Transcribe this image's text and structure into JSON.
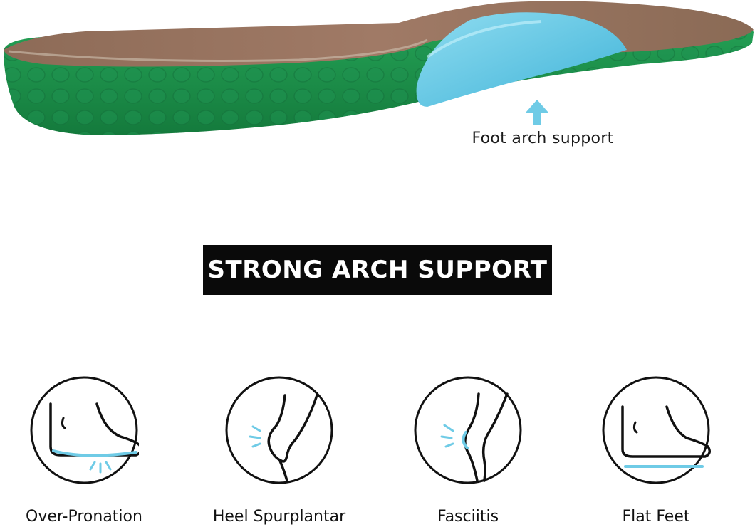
{
  "callout": {
    "text": "Foot arch support",
    "arrow_icon": "up-arrow-icon"
  },
  "banner": {
    "text": "STRONG ARCH SUPPORT"
  },
  "conditions": [
    {
      "label": "Over-Pronation",
      "icon": "foot-overpronation-icon"
    },
    {
      "label": "Heel Spurplantar",
      "icon": "heel-spur-icon"
    },
    {
      "label": "Fasciitis",
      "icon": "plantar-fasciitis-icon"
    },
    {
      "label": "Flat Feet",
      "icon": "flat-feet-icon"
    }
  ],
  "colors": {
    "insole_green": "#1f9a4f",
    "insole_top": "#8a6a55",
    "arch_pad": "#5cc8e6",
    "accent_blue": "#6fcbe6",
    "banner_bg": "#0a0a0a",
    "banner_text": "#ffffff"
  }
}
